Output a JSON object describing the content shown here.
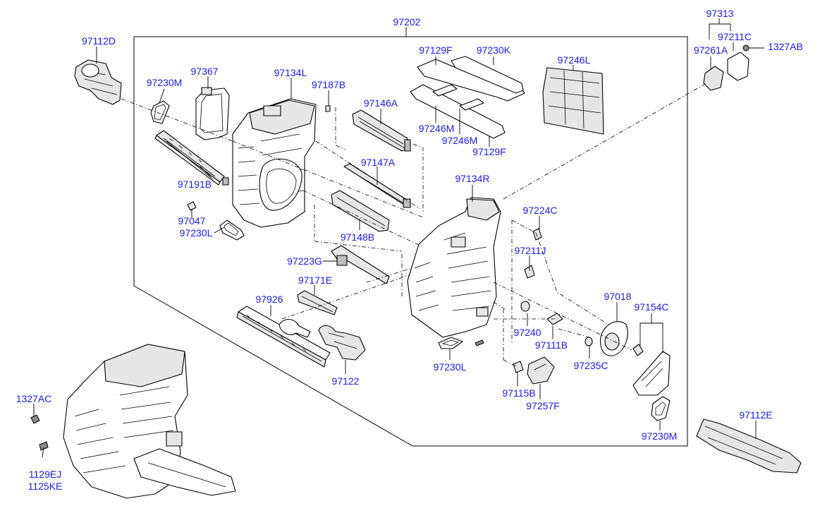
{
  "callouts": {
    "c97202": "97202",
    "c97112D": "97112D",
    "c97313": "97313",
    "c97211C": "97211C",
    "c97261A": "97261A",
    "c1327AB": "1327AB",
    "c97230M_top": "97230M",
    "c97367": "97367",
    "c97134L": "97134L",
    "c97187B": "97187B",
    "c97129F_top": "97129F",
    "c97230K": "97230K",
    "c97246L": "97246L",
    "c97146A": "97146A",
    "c97246M_a": "97246M",
    "c97246M_b": "97246M",
    "c97129F_bot": "97129F",
    "c97147A": "97147A",
    "c97134R": "97134R",
    "c97191B": "97191B",
    "c97224C": "97224C",
    "c97047": "97047",
    "c97230L_left": "97230L",
    "c97148B": "97148B",
    "c97211J": "97211J",
    "c97223G": "97223G",
    "c97171E": "97171E",
    "c97018": "97018",
    "c97926": "97926",
    "c97154C": "97154C",
    "c97240": "97240",
    "c97111B": "97111B",
    "c97235C": "97235C",
    "c97230L_bot": "97230L",
    "c97122": "97122",
    "c97115B": "97115B",
    "c97257F": "97257F",
    "c97230M_bot": "97230M",
    "c1327AC": "1327AC",
    "c97112E": "97112E",
    "c1129EJ": "1129EJ",
    "c1125KE": "1125KE"
  },
  "colors": {
    "callout": "#1a1aff",
    "line": "#000000",
    "background": "#ffffff"
  }
}
